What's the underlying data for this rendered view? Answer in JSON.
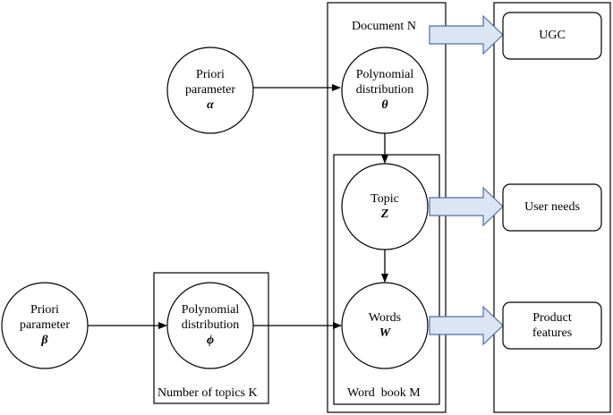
{
  "nodes": {
    "priori_alpha": {
      "line1": "Priori",
      "line2": "parameter",
      "symbol": "α"
    },
    "poly_theta": {
      "line1": "Polynomial",
      "line2": "distribution",
      "symbol": "θ"
    },
    "topic": {
      "line1": "Topic",
      "symbol": "Z"
    },
    "priori_beta": {
      "line1": "Priori",
      "line2": "parameter",
      "symbol": "β"
    },
    "poly_phi": {
      "line1": "Polynomial",
      "line2": "distribution",
      "symbol": "ϕ"
    },
    "words": {
      "line1": "Words",
      "symbol": "W"
    }
  },
  "plates": {
    "document": {
      "label": "Document",
      "var": "N"
    },
    "word_book": {
      "label": "Word  book",
      "var": "M"
    },
    "topics": {
      "label": "Number of topics",
      "var": "K"
    }
  },
  "outputs": {
    "ugc": "UGC",
    "user_needs": "User needs",
    "product_features_1": "Product",
    "product_features_2": "features"
  },
  "colors": {
    "arrow_fill": "#dbe5f4",
    "arrow_stroke": "#4f6ea8",
    "line": "#000000"
  }
}
